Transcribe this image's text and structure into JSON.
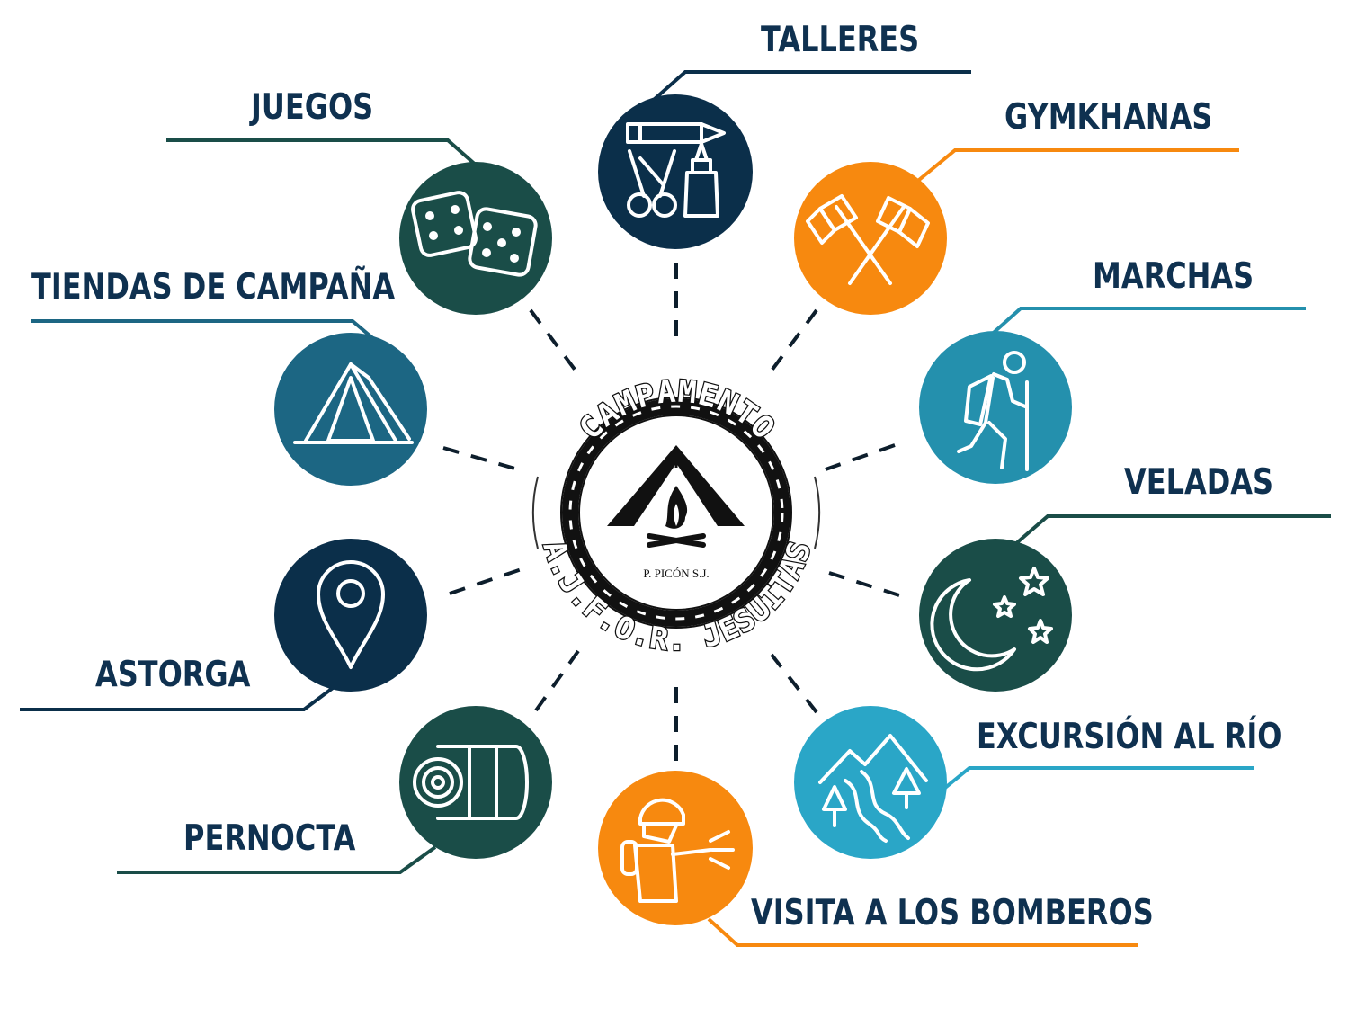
{
  "emblem": {
    "top_text": "CAMPAMENTO",
    "bottom_text": "A.J.F.O.R. JESUITAS",
    "signature": "P. PICÓN S.J."
  },
  "colors": {
    "navy": "#0b2f4a",
    "dark_green": "#1a4d48",
    "orange": "#f7890f",
    "petrol_blue": "#1c6683",
    "teal": "#2490ad",
    "light_blue": "#2aa6c7",
    "label": "#0f3150"
  },
  "activities": [
    {
      "id": "talleres",
      "label": "TALLERES",
      "icon": "craft-tools-icon"
    },
    {
      "id": "gymkhanas",
      "label": "GYMKHANAS",
      "icon": "crossed-flags-icon"
    },
    {
      "id": "marchas",
      "label": "MARCHAS",
      "icon": "hiker-icon"
    },
    {
      "id": "veladas",
      "label": "VELADAS",
      "icon": "moon-stars-icon"
    },
    {
      "id": "excursion",
      "label": "EXCURSIÓN AL RÍO",
      "icon": "mountain-river-icon"
    },
    {
      "id": "bomberos",
      "label": "VISITA A LOS BOMBEROS",
      "icon": "firefighter-icon"
    },
    {
      "id": "pernocta",
      "label": "PERNOCTA",
      "icon": "sleeping-bag-icon"
    },
    {
      "id": "astorga",
      "label": "ASTORGA",
      "icon": "map-pin-icon"
    },
    {
      "id": "tiendas",
      "label": "TIENDAS DE CAMPAÑA",
      "icon": "tent-icon"
    },
    {
      "id": "juegos",
      "label": "JUEGOS",
      "icon": "dice-icon"
    }
  ]
}
